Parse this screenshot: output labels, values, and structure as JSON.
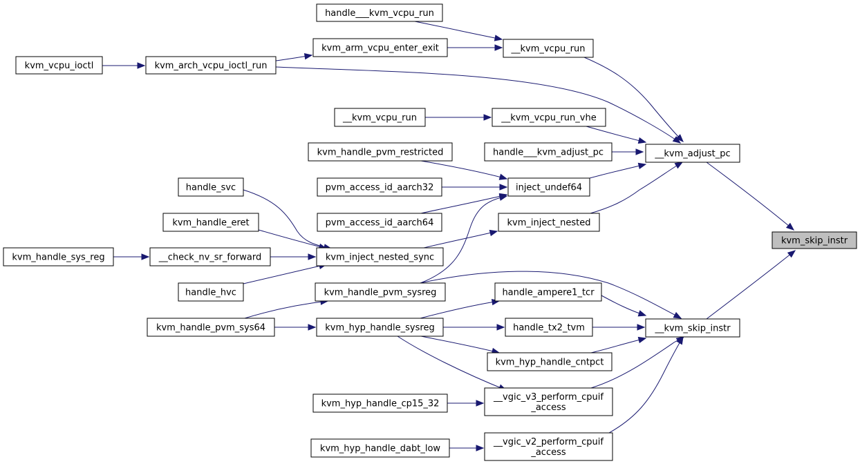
{
  "graph": {
    "root": "kvm_skip_instr",
    "nodes": [
      {
        "id": "kvm_skip_instr",
        "lines": [
          "kvm_skip_instr"
        ]
      },
      {
        "id": "__kvm_adjust_pc",
        "lines": [
          "__kvm_adjust_pc"
        ]
      },
      {
        "id": "__kvm_skip_instr",
        "lines": [
          "__kvm_skip_instr"
        ]
      },
      {
        "id": "handle___kvm_vcpu_run",
        "lines": [
          "handle___kvm_vcpu_run"
        ]
      },
      {
        "id": "__kvm_vcpu_run_a",
        "lines": [
          "__kvm_vcpu_run"
        ]
      },
      {
        "id": "kvm_arm_vcpu_enter_exit",
        "lines": [
          "kvm_arm_vcpu_enter_exit"
        ]
      },
      {
        "id": "kvm_vcpu_ioctl",
        "lines": [
          "kvm_vcpu_ioctl"
        ]
      },
      {
        "id": "kvm_arch_vcpu_ioctl_run",
        "lines": [
          "kvm_arch_vcpu_ioctl_run"
        ]
      },
      {
        "id": "__kvm_vcpu_run_b",
        "lines": [
          "__kvm_vcpu_run"
        ]
      },
      {
        "id": "__kvm_vcpu_run_vhe",
        "lines": [
          "__kvm_vcpu_run_vhe"
        ]
      },
      {
        "id": "kvm_handle_pvm_restricted",
        "lines": [
          "kvm_handle_pvm_restricted"
        ]
      },
      {
        "id": "handle___kvm_adjust_pc",
        "lines": [
          "handle___kvm_adjust_pc"
        ]
      },
      {
        "id": "inject_undef64",
        "lines": [
          "inject_undef64"
        ]
      },
      {
        "id": "pvm_access_id_aarch32",
        "lines": [
          "pvm_access_id_aarch32"
        ]
      },
      {
        "id": "pvm_access_id_aarch64",
        "lines": [
          "pvm_access_id_aarch64"
        ]
      },
      {
        "id": "kvm_inject_nested",
        "lines": [
          "kvm_inject_nested"
        ]
      },
      {
        "id": "handle_svc",
        "lines": [
          "handle_svc"
        ]
      },
      {
        "id": "kvm_handle_eret",
        "lines": [
          "kvm_handle_eret"
        ]
      },
      {
        "id": "kvm_handle_sys_reg",
        "lines": [
          "kvm_handle_sys_reg"
        ]
      },
      {
        "id": "__check_nv_sr_forward",
        "lines": [
          "__check_nv_sr_forward"
        ]
      },
      {
        "id": "kvm_inject_nested_sync",
        "lines": [
          "kvm_inject_nested_sync"
        ]
      },
      {
        "id": "handle_hvc",
        "lines": [
          "handle_hvc"
        ]
      },
      {
        "id": "kvm_handle_pvm_sysreg",
        "lines": [
          "kvm_handle_pvm_sysreg"
        ]
      },
      {
        "id": "handle_ampere1_tcr",
        "lines": [
          "handle_ampere1_tcr"
        ]
      },
      {
        "id": "kvm_handle_pvm_sys64",
        "lines": [
          "kvm_handle_pvm_sys64"
        ]
      },
      {
        "id": "kvm_hyp_handle_sysreg",
        "lines": [
          "kvm_hyp_handle_sysreg"
        ]
      },
      {
        "id": "handle_tx2_tvm",
        "lines": [
          "handle_tx2_tvm"
        ]
      },
      {
        "id": "kvm_hyp_handle_cntpct",
        "lines": [
          "kvm_hyp_handle_cntpct"
        ]
      },
      {
        "id": "kvm_hyp_handle_cp15_32",
        "lines": [
          "kvm_hyp_handle_cp15_32"
        ]
      },
      {
        "id": "__vgic_v3_perform_cpuif_access",
        "lines": [
          "__vgic_v3_perform_cpuif",
          "_access"
        ]
      },
      {
        "id": "kvm_hyp_handle_dabt_low",
        "lines": [
          "kvm_hyp_handle_dabt_low"
        ]
      },
      {
        "id": "__vgic_v2_perform_cpuif_access",
        "lines": [
          "__vgic_v2_perform_cpuif",
          "_access"
        ]
      }
    ],
    "edges": [
      {
        "from": "__kvm_adjust_pc",
        "to": "kvm_skip_instr"
      },
      {
        "from": "__kvm_skip_instr",
        "to": "kvm_skip_instr"
      },
      {
        "from": "__kvm_vcpu_run_a",
        "to": "__kvm_adjust_pc"
      },
      {
        "from": "kvm_arch_vcpu_ioctl_run",
        "to": "__kvm_adjust_pc"
      },
      {
        "from": "__kvm_vcpu_run_vhe",
        "to": "__kvm_adjust_pc"
      },
      {
        "from": "handle___kvm_adjust_pc",
        "to": "__kvm_adjust_pc"
      },
      {
        "from": "inject_undef64",
        "to": "__kvm_adjust_pc"
      },
      {
        "from": "kvm_inject_nested",
        "to": "__kvm_adjust_pc"
      },
      {
        "from": "handle___kvm_vcpu_run",
        "to": "__kvm_vcpu_run_a"
      },
      {
        "from": "kvm_arm_vcpu_enter_exit",
        "to": "__kvm_vcpu_run_a"
      },
      {
        "from": "kvm_arch_vcpu_ioctl_run",
        "to": "kvm_arm_vcpu_enter_exit"
      },
      {
        "from": "kvm_vcpu_ioctl",
        "to": "kvm_arch_vcpu_ioctl_run"
      },
      {
        "from": "__kvm_vcpu_run_b",
        "to": "__kvm_vcpu_run_vhe"
      },
      {
        "from": "kvm_handle_pvm_restricted",
        "to": "inject_undef64"
      },
      {
        "from": "pvm_access_id_aarch32",
        "to": "inject_undef64"
      },
      {
        "from": "pvm_access_id_aarch64",
        "to": "inject_undef64"
      },
      {
        "from": "kvm_handle_pvm_sysreg",
        "to": "inject_undef64"
      },
      {
        "from": "kvm_inject_nested_sync",
        "to": "kvm_inject_nested"
      },
      {
        "from": "handle_svc",
        "to": "kvm_inject_nested_sync"
      },
      {
        "from": "kvm_handle_eret",
        "to": "kvm_inject_nested_sync"
      },
      {
        "from": "__check_nv_sr_forward",
        "to": "kvm_inject_nested_sync"
      },
      {
        "from": "handle_hvc",
        "to": "kvm_inject_nested_sync"
      },
      {
        "from": "kvm_handle_sys_reg",
        "to": "__check_nv_sr_forward"
      },
      {
        "from": "kvm_handle_pvm_sysreg",
        "to": "__kvm_skip_instr"
      },
      {
        "from": "handle_ampere1_tcr",
        "to": "__kvm_skip_instr"
      },
      {
        "from": "handle_tx2_tvm",
        "to": "__kvm_skip_instr"
      },
      {
        "from": "kvm_hyp_handle_cntpct",
        "to": "__kvm_skip_instr"
      },
      {
        "from": "__vgic_v3_perform_cpuif_access",
        "to": "__kvm_skip_instr"
      },
      {
        "from": "__vgic_v2_perform_cpuif_access",
        "to": "__kvm_skip_instr"
      },
      {
        "from": "kvm_handle_pvm_sys64",
        "to": "kvm_handle_pvm_sysreg"
      },
      {
        "from": "kvm_handle_pvm_sys64",
        "to": "kvm_hyp_handle_sysreg"
      },
      {
        "from": "kvm_hyp_handle_sysreg",
        "to": "handle_ampere1_tcr"
      },
      {
        "from": "kvm_hyp_handle_sysreg",
        "to": "handle_tx2_tvm"
      },
      {
        "from": "kvm_hyp_handle_sysreg",
        "to": "kvm_hyp_handle_cntpct"
      },
      {
        "from": "kvm_hyp_handle_sysreg",
        "to": "__vgic_v3_perform_cpuif_access"
      },
      {
        "from": "kvm_hyp_handle_cp15_32",
        "to": "__vgic_v3_perform_cpuif_access"
      },
      {
        "from": "kvm_hyp_handle_dabt_low",
        "to": "__vgic_v2_perform_cpuif_access"
      }
    ]
  },
  "colors": {
    "edge": "#191970",
    "node_border": "#000000",
    "node_fill": "#ffffff",
    "root_fill": "#bfbfbf"
  }
}
